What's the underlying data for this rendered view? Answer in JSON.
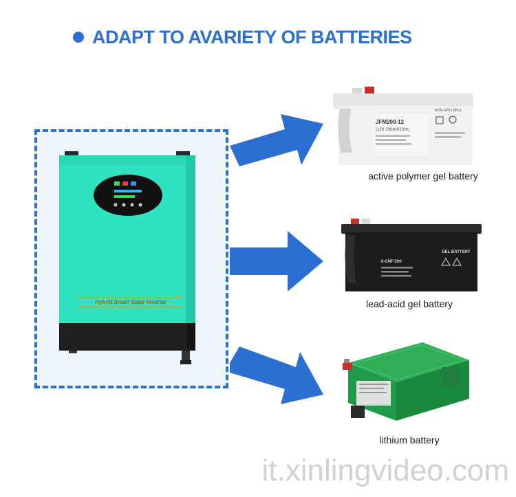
{
  "headline": {
    "text": "ADAPT TO AVARIETY OF BATTERIES"
  },
  "inverter": {
    "front_label": "Hybrid Smart Solar Inverter"
  },
  "batteries": [
    {
      "caption": "active polymer gel battery",
      "model": "JFM200-12",
      "spec": "(12V 200AH/10Hr)",
      "tag": "NON-SPILLABLE"
    },
    {
      "caption": "lead-acid gel battery",
      "model": "6-CNF-200",
      "tag": "GEL BATTERY"
    },
    {
      "caption": "lithium battery"
    }
  ],
  "watermark": {
    "text": "it.xinlingvideo.com"
  },
  "colors": {
    "accent": "#2a6fd1",
    "inverter_body": "#2fe3c0",
    "inverter_base": "#1e1e1e",
    "lithium_case": "#1f9a46"
  }
}
